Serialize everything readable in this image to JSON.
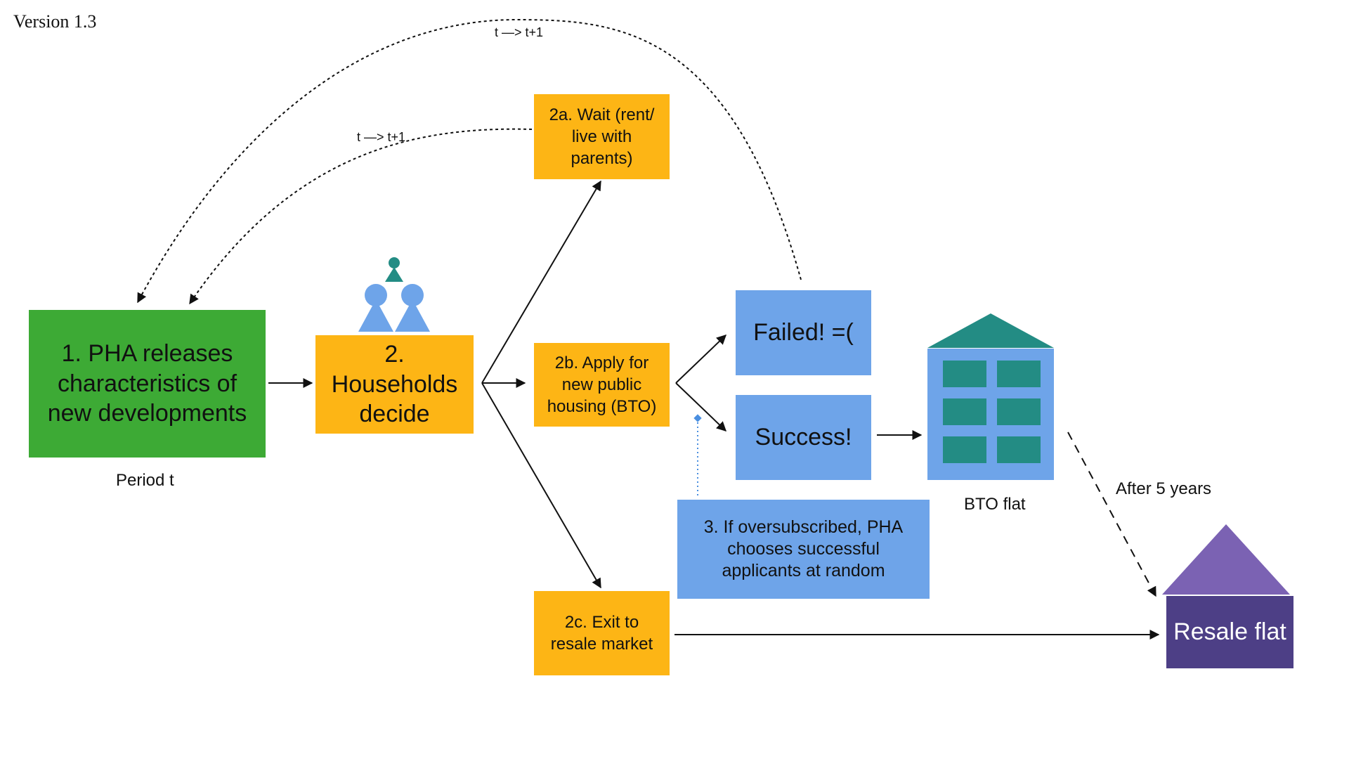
{
  "version": "Version 1.3",
  "nodes": {
    "pha_release": "1. PHA releases characteristics of new developments",
    "households_decide": "2. Households decide",
    "wait": "2a. Wait (rent/ live with parents)",
    "apply": "2b. Apply for new public housing (BTO)",
    "exit": "2c. Exit to resale market",
    "failed": "Failed! =(",
    "success": "Success!",
    "oversubscribed": "3. If oversubscribed, PHA chooses successful applicants at random",
    "resale_flat": "Resale flat"
  },
  "labels": {
    "period": "Period t",
    "transition_outer": "t —> t+1",
    "transition_inner": "t —> t+1",
    "bto_flat": "BTO flat",
    "after_years": "After 5 years"
  },
  "colors": {
    "green": "#3daa35",
    "orange": "#fdb515",
    "blue": "#6ea4e9",
    "teal": "#238c84",
    "purple_roof": "#7b62b3",
    "purple_body": "#4d3f86"
  }
}
